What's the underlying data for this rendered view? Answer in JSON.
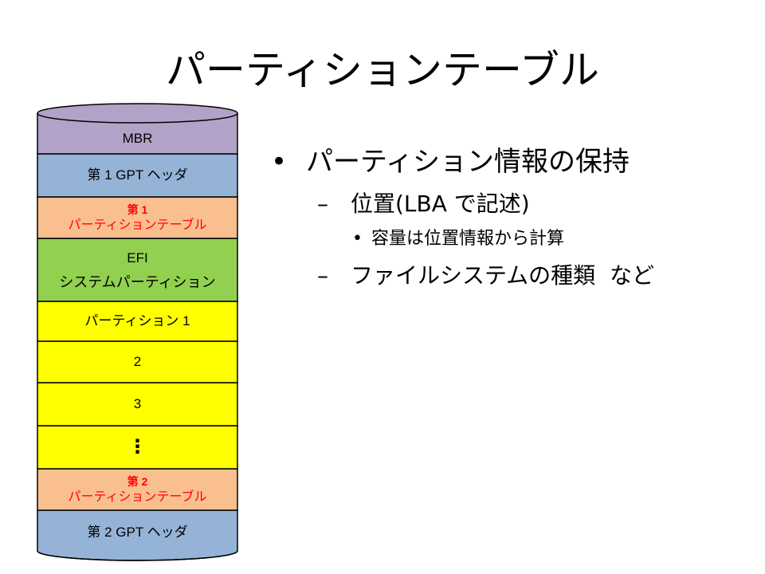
{
  "slide": {
    "title": "パーティションテーブル"
  },
  "disk": {
    "colors": {
      "mbr": "#b2a2c7",
      "gpt_header": "#95b3d7",
      "partition_table": "#fabf8f",
      "efi": "#92d050",
      "partition": "#ffff00",
      "outline": "#000000",
      "red_text": "#ff0000"
    },
    "segments": [
      {
        "key": "mbr",
        "line1": "MBR"
      },
      {
        "key": "gpt-header-1",
        "line1": "第 1 GPT ヘッダ"
      },
      {
        "key": "partition-table-1",
        "red": "第 1",
        "line1": "パーティションテーブル"
      },
      {
        "key": "efi",
        "line1": "EFI",
        "line2": "システムパーティション"
      },
      {
        "key": "partition-1",
        "line1": "パーティション 1"
      },
      {
        "key": "partition-2",
        "line1": "2"
      },
      {
        "key": "partition-3",
        "line1": "3"
      },
      {
        "key": "partition-more",
        "line1": "⋮"
      },
      {
        "key": "partition-table-2",
        "red": "第 2",
        "line1": "パーティションテーブル"
      },
      {
        "key": "gpt-header-2",
        "line1": "第 2 GPT ヘッダ"
      }
    ]
  },
  "bullets": {
    "main": "パーティション情報の保持",
    "sub1": "位置(LBA で記述)",
    "sub1_1": "容量は位置情報から計算",
    "sub2": "ファイルシステムの種類  など",
    "dot": "•",
    "dash": "–"
  }
}
